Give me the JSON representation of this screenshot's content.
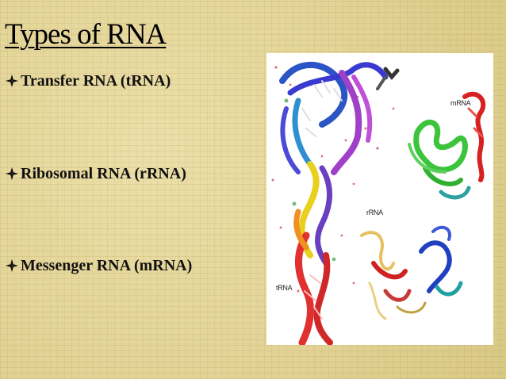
{
  "slide": {
    "title": "Types of RNA",
    "bullets": [
      {
        "text": "Transfer RNA (tRNA)"
      },
      {
        "text": "Ribosomal RNA (rRNA)"
      },
      {
        "text": "Messenger RNA (mRNA)"
      }
    ]
  },
  "figure": {
    "labels": {
      "mrna": "mRNA",
      "rrna": "rRNA",
      "trna": "tRNA"
    }
  },
  "colors": {
    "background": "#e4d59a",
    "text": "#000000",
    "figure_background": "#ffffff"
  }
}
